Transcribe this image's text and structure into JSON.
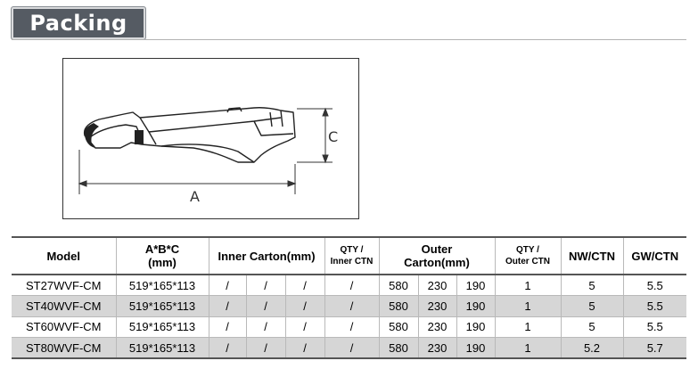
{
  "section": {
    "title": "Packing"
  },
  "diagram": {
    "label_a": "A",
    "label_c": "C"
  },
  "table": {
    "headers": {
      "model": "Model",
      "abc_line1": "A*B*C",
      "abc_line2": "(mm)",
      "inner_carton": "Inner Carton(mm)",
      "qty_inner_line1": "QTY /",
      "qty_inner_line2": "Inner CTN",
      "outer_line1": "Outer",
      "outer_line2": "Carton(mm)",
      "qty_outer_line1": "QTY /",
      "qty_outer_line2": "Outer CTN",
      "nw": "NW/CTN",
      "gw": "GW/CTN"
    },
    "rows": [
      {
        "model": "ST27WVF-CM",
        "abc": "519*165*113",
        "inner_1": "/",
        "inner_2": "/",
        "inner_3": "/",
        "qty_inner": "/",
        "outer_1": "580",
        "outer_2": "230",
        "outer_3": "190",
        "qty_outer": "1",
        "nw": "5",
        "gw": "5.5"
      },
      {
        "model": "ST40WVF-CM",
        "abc": "519*165*113",
        "inner_1": "/",
        "inner_2": "/",
        "inner_3": "/",
        "qty_inner": "/",
        "outer_1": "580",
        "outer_2": "230",
        "outer_3": "190",
        "qty_outer": "1",
        "nw": "5",
        "gw": "5.5"
      },
      {
        "model": "ST60WVF-CM",
        "abc": "519*165*113",
        "inner_1": "/",
        "inner_2": "/",
        "inner_3": "/",
        "qty_inner": "/",
        "outer_1": "580",
        "outer_2": "230",
        "outer_3": "190",
        "qty_outer": "1",
        "nw": "5",
        "gw": "5.5"
      },
      {
        "model": "ST80WVF-CM",
        "abc": "519*165*113",
        "inner_1": "/",
        "inner_2": "/",
        "inner_3": "/",
        "qty_inner": "/",
        "outer_1": "580",
        "outer_2": "230",
        "outer_3": "190",
        "qty_outer": "1",
        "nw": "5.2",
        "gw": "5.7"
      }
    ]
  }
}
